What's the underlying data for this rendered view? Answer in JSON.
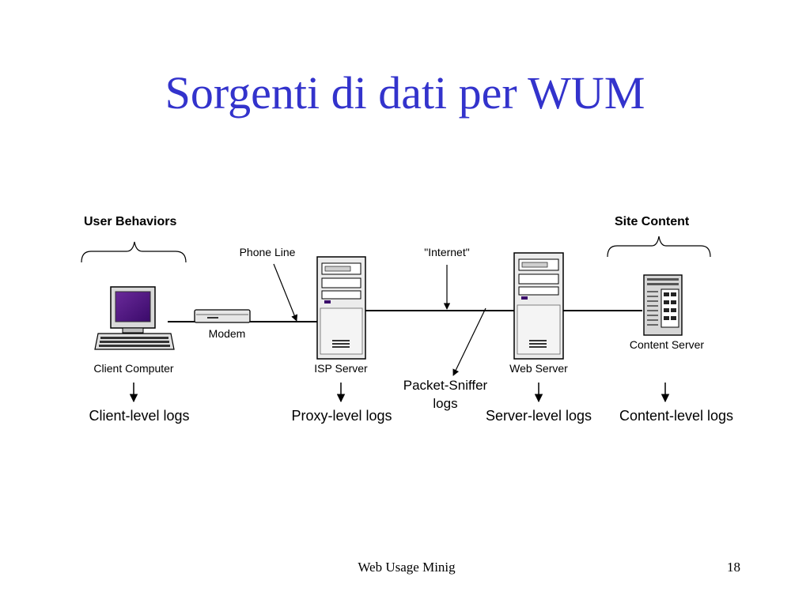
{
  "slide": {
    "title": "Sorgenti di dati per WUM",
    "title_color": "#3333cc",
    "footer": "Web Usage Minig",
    "page_number": "18"
  },
  "diagram": {
    "groups": {
      "user_behaviors": "User Behaviors",
      "site_content": "Site Content"
    },
    "nodes": {
      "client_computer": "Client Computer",
      "modem": "Modem",
      "isp_server": "ISP Server",
      "web_server": "Web Server",
      "content_server": "Content Server"
    },
    "connections": {
      "phone_line": "Phone Line",
      "internet": "\"Internet\""
    },
    "packet_sniffer": {
      "line1": "Packet-Sniffer",
      "line2": "logs"
    },
    "logs": {
      "client": "Client-level logs",
      "proxy": "Proxy-level logs",
      "server": "Server-level logs",
      "content": "Content-level logs"
    }
  }
}
